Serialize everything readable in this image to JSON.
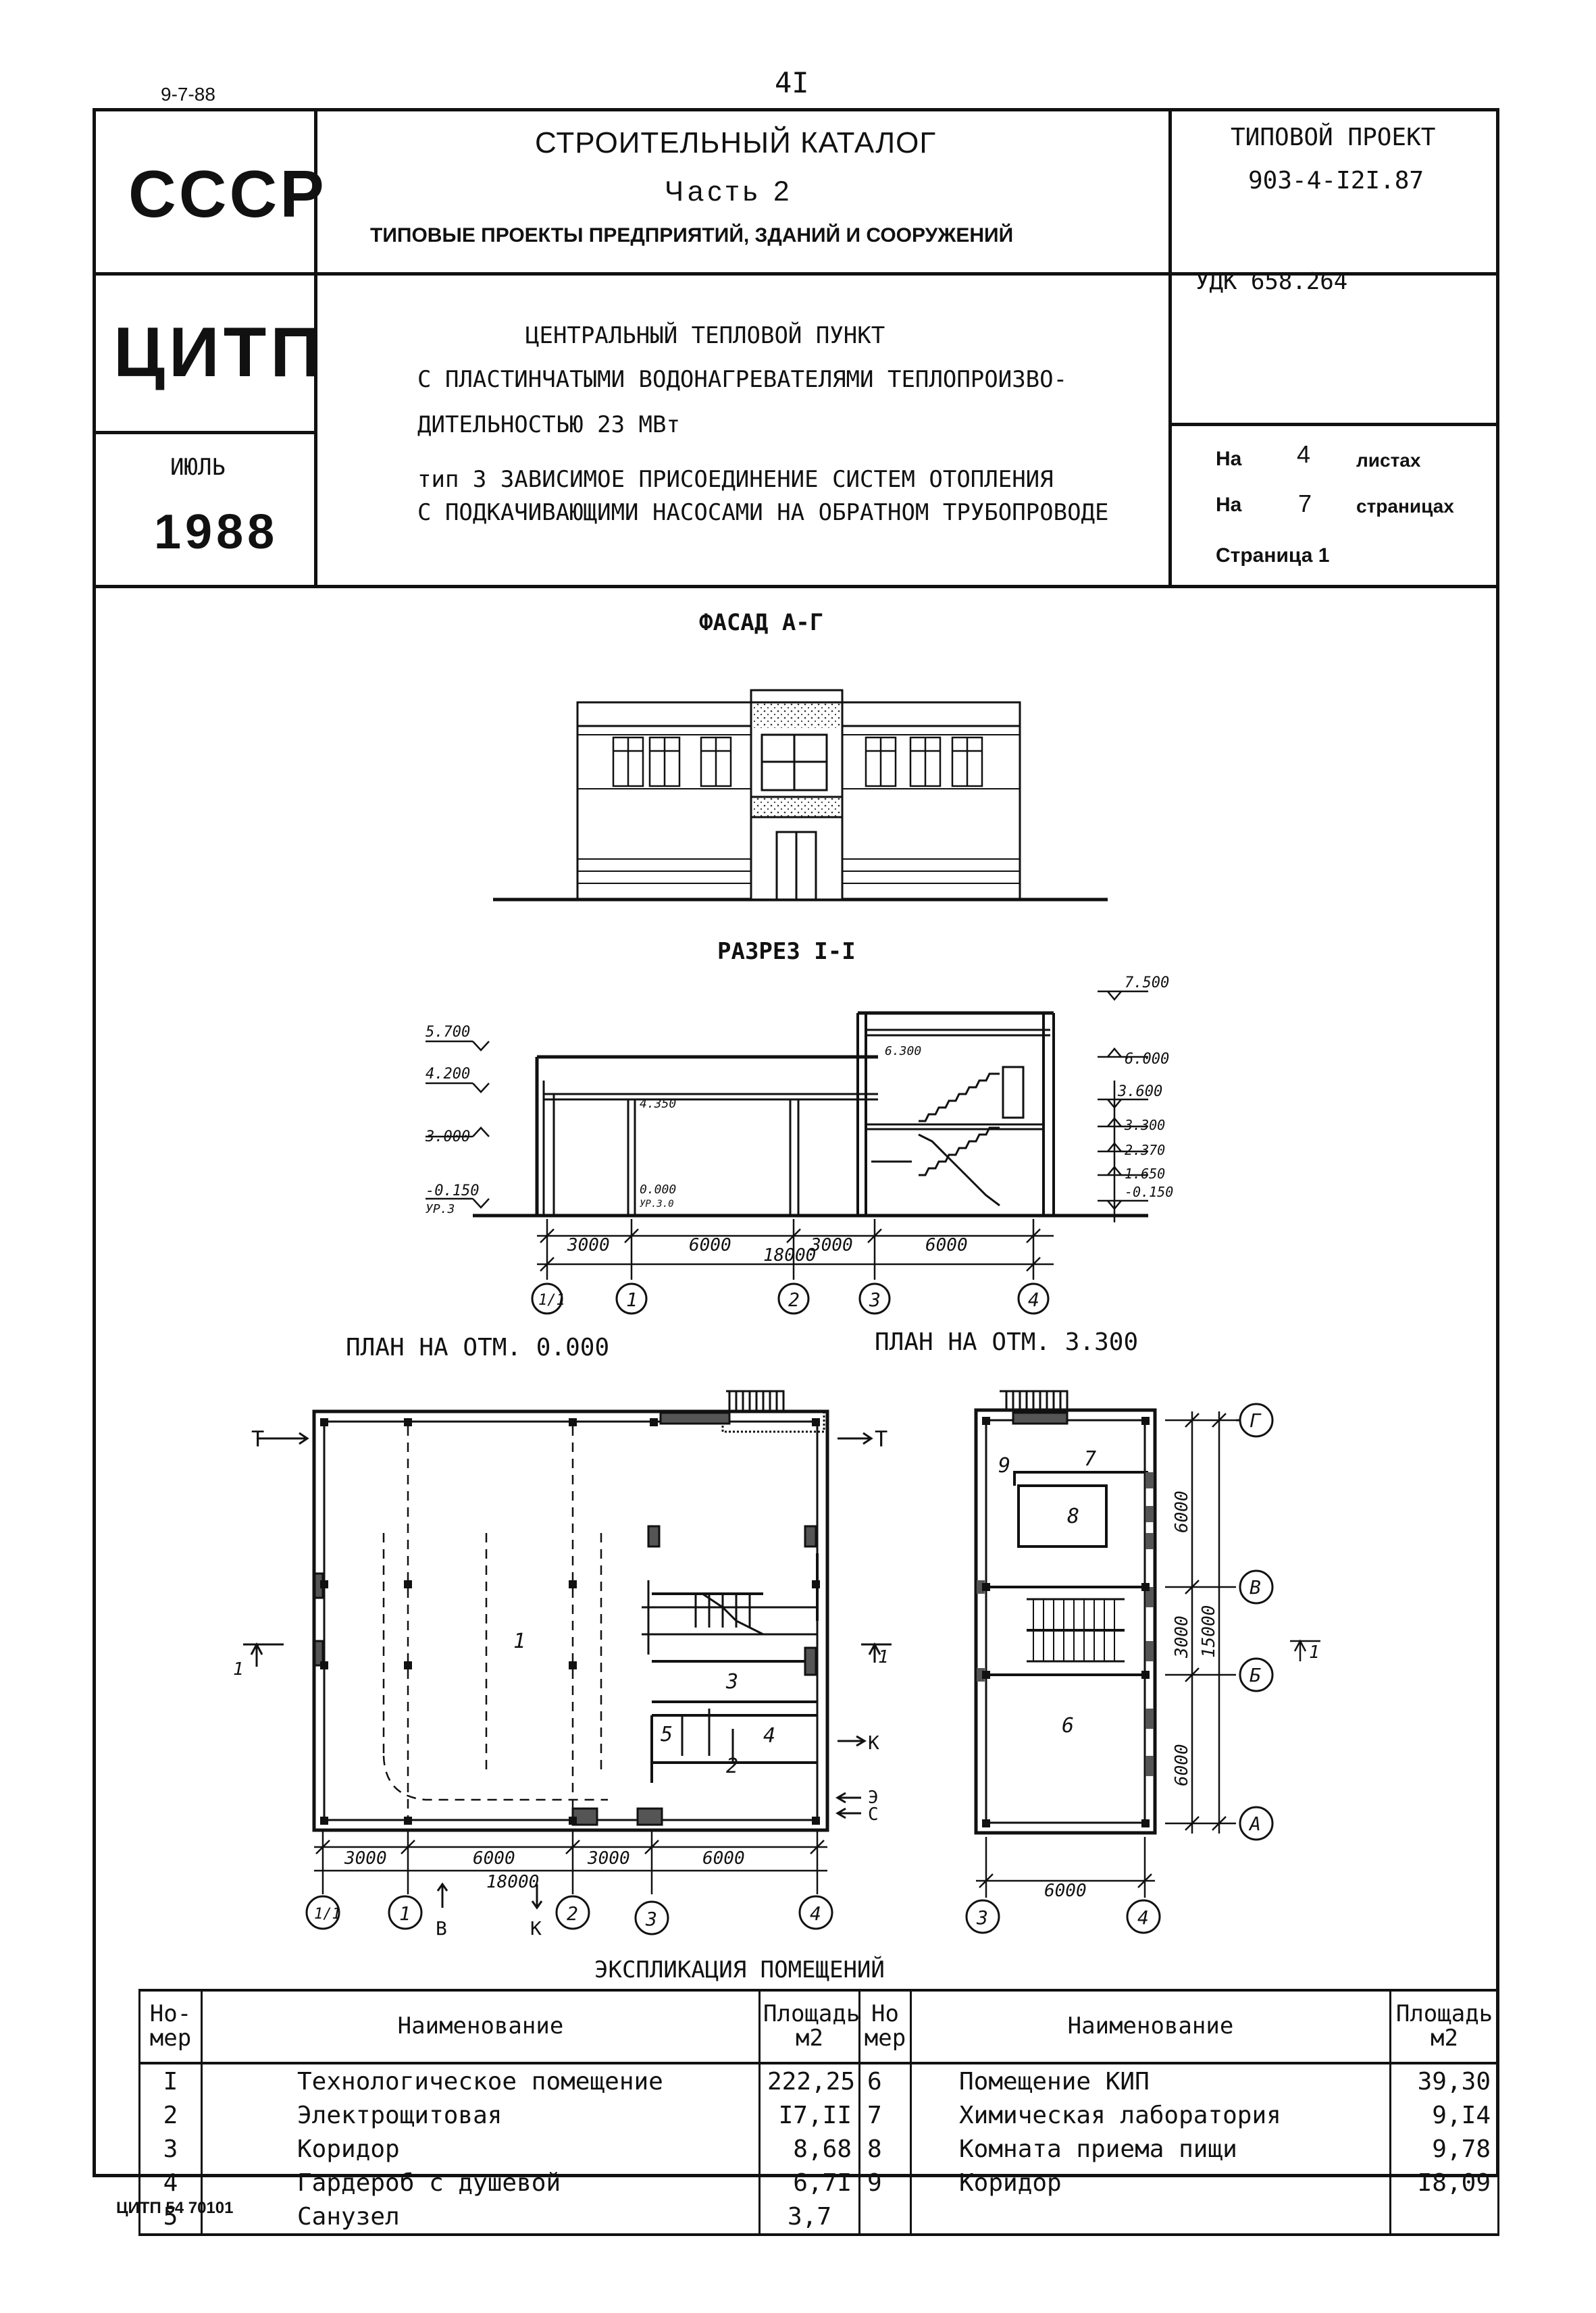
{
  "doc": {
    "series_code": "9-7-88",
    "page_number": "4I",
    "footer_code": "ЦИТП 54 70101"
  },
  "left_panel": {
    "org1": "СССР",
    "org2": "ЦИТП",
    "month": "ИЮЛЬ",
    "year": "1988"
  },
  "header": {
    "catalog": "СТРОИТЕЛЬНЫЙ КАТАЛОГ",
    "part": "Часть 2",
    "subtitle": "ТИПОВЫЕ ПРОЕКТЫ ПРЕДПРИЯТИЙ, ЗДАНИЙ И СООРУЖЕНИЙ",
    "project_label": "ТИПОВОЙ ПРОЕКТ",
    "project_number": "903-4-I2I.87",
    "udk": "УДК 658.264"
  },
  "title": {
    "line1": "ЦЕНТРАЛЬНЫЙ ТЕПЛОВОЙ ПУНКТ",
    "line2": "С ПЛАСТИНЧАТЫМИ ВОДОНАГРЕВАТЕЛЯМИ ТЕПЛОПРОИЗВО-",
    "line3": "ДИТЕЛЬНОСТЬЮ 23 МВт",
    "line4": "тип 3 ЗАВИСИМОЕ ПРИСОЕДИНЕНИЕ СИСТЕМ ОТОПЛЕНИЯ",
    "line5": "С ПОДКАЧИВАЮЩИМИ НАСОСАМИ НА ОБРАТНОМ ТРУБОПРОВОДЕ"
  },
  "sheets": {
    "na1": "На",
    "count1": "4",
    "unit1": "листах",
    "na2": "На",
    "count2": "7",
    "unit2": "страницах",
    "page_label": "Страница 1"
  },
  "drawings": {
    "facade_title": "ФАСАД А-Г",
    "section_title": "РАЗРЕЗ I-I",
    "plan1_title": "ПЛАН НА ОТМ. 0.000",
    "plan2_title": "ПЛАН НА ОТМ. 3.300",
    "levels": {
      "l7500": "7.500",
      "l6000": "6.000",
      "l3600": "3.600",
      "l3300": "3.300",
      "l2370": "2.370",
      "l1650": "1.650",
      "lm150r": "-0.150",
      "l5700": "5.700",
      "l4200": "4.200",
      "l3000": "3.000",
      "lm150l": "-0.150",
      "l_ur": "УР.З",
      "l6300": "6.300",
      "l4350": "4.350",
      "l0000": "0.000",
      "l_ur2": "УР.З.0"
    },
    "dims": {
      "d3000a": "3000",
      "d6000a": "6000",
      "d3000b": "3000",
      "d6000b": "6000",
      "d18000": "18000",
      "p3000": "3000",
      "p6000": "6000",
      "p3000b": "3000",
      "p6000b": "6000",
      "p18000": "18000",
      "q6000": "6000",
      "v6000a": "6000",
      "v3000": "3000",
      "v15000": "15000",
      "v6000b": "6000"
    },
    "axes": {
      "a11": "1/1",
      "a1": "1",
      "a2": "2",
      "a3": "3",
      "a4": "4",
      "g": "Г",
      "v": "В",
      "b": "Б",
      "a": "А"
    },
    "marks": {
      "t": "Т",
      "k": "К",
      "e": "Э",
      "c": "С",
      "vv": "В",
      "kk": "К",
      "cut": "1"
    },
    "rooms": {
      "r1": "1",
      "r2": "2",
      "r3": "3",
      "r4": "4",
      "r5": "5",
      "r6": "6",
      "r7": "7",
      "r8": "8",
      "r9": "9"
    }
  },
  "explication": {
    "title": "ЭКСПЛИКАЦИЯ ПОМЕЩЕНИЙ",
    "headers": {
      "num": "Но-мер",
      "name": "Наименование",
      "area": "Площадь м2",
      "num2": "Но мер",
      "name2": "Наименование",
      "area2": "Площадь м2"
    },
    "rows": [
      {
        "n1": "I",
        "name1": "Технологическое помещение",
        "a1": "222,25",
        "n2": "6",
        "name2": "Помещение КИП",
        "a2": "39,30"
      },
      {
        "n1": "2",
        "name1": "Электрощитовая",
        "a1": "I7,II",
        "n2": "7",
        "name2": "Химическая лаборатория",
        "a2": "9,I4"
      },
      {
        "n1": "3",
        "name1": "Коридор",
        "a1": "8,68",
        "n2": "8",
        "name2": "Комната приема пищи",
        "a2": "9,78"
      },
      {
        "n1": "4",
        "name1": "Гардероб с душевой",
        "a1": "6,7I",
        "n2": "9",
        "name2": "Коридор",
        "a2": "I8,09"
      },
      {
        "n1": "5",
        "name1": "Санузел",
        "a1": "3,7",
        "n2": "",
        "name2": "",
        "a2": ""
      }
    ]
  }
}
